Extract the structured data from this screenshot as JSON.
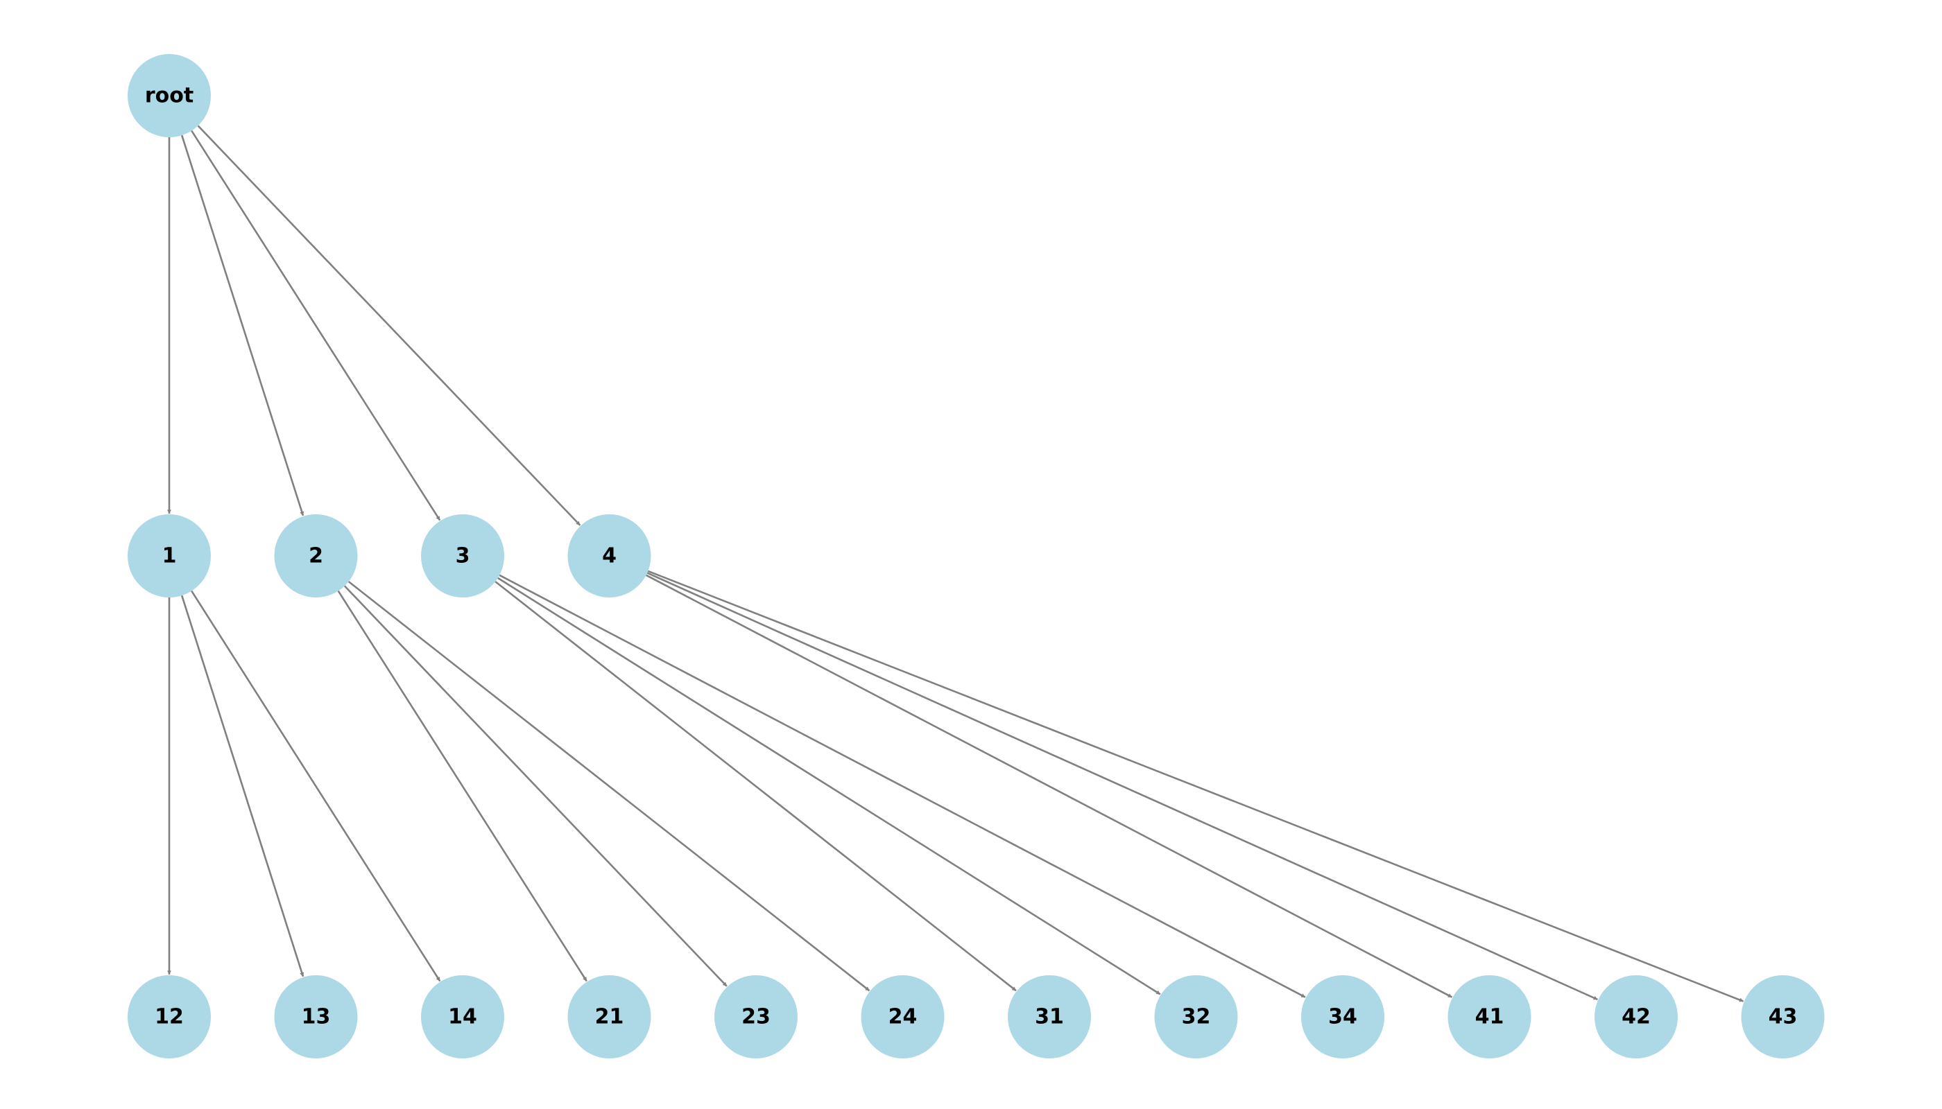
{
  "diagram": {
    "type": "tree",
    "colors": {
      "node_fill": "#add8e6",
      "edge": "#808080",
      "label": "#000000"
    },
    "nodes": [
      {
        "id": "root",
        "label": "root",
        "level": 0
      },
      {
        "id": "1",
        "label": "1",
        "level": 1
      },
      {
        "id": "2",
        "label": "2",
        "level": 1
      },
      {
        "id": "3",
        "label": "3",
        "level": 1
      },
      {
        "id": "4",
        "label": "4",
        "level": 1
      },
      {
        "id": "12",
        "label": "12",
        "level": 2
      },
      {
        "id": "13",
        "label": "13",
        "level": 2
      },
      {
        "id": "14",
        "label": "14",
        "level": 2
      },
      {
        "id": "21",
        "label": "21",
        "level": 2
      },
      {
        "id": "23",
        "label": "23",
        "level": 2
      },
      {
        "id": "24",
        "label": "24",
        "level": 2
      },
      {
        "id": "31",
        "label": "31",
        "level": 2
      },
      {
        "id": "32",
        "label": "32",
        "level": 2
      },
      {
        "id": "34",
        "label": "34",
        "level": 2
      },
      {
        "id": "41",
        "label": "41",
        "level": 2
      },
      {
        "id": "42",
        "label": "42",
        "level": 2
      },
      {
        "id": "43",
        "label": "43",
        "level": 2
      }
    ],
    "edges": [
      {
        "from": "root",
        "to": "1"
      },
      {
        "from": "root",
        "to": "2"
      },
      {
        "from": "root",
        "to": "3"
      },
      {
        "from": "root",
        "to": "4"
      },
      {
        "from": "1",
        "to": "12"
      },
      {
        "from": "1",
        "to": "13"
      },
      {
        "from": "1",
        "to": "14"
      },
      {
        "from": "2",
        "to": "21"
      },
      {
        "from": "2",
        "to": "23"
      },
      {
        "from": "2",
        "to": "24"
      },
      {
        "from": "3",
        "to": "31"
      },
      {
        "from": "3",
        "to": "32"
      },
      {
        "from": "3",
        "to": "34"
      },
      {
        "from": "4",
        "to": "41"
      },
      {
        "from": "4",
        "to": "42"
      },
      {
        "from": "4",
        "to": "43"
      }
    ]
  }
}
